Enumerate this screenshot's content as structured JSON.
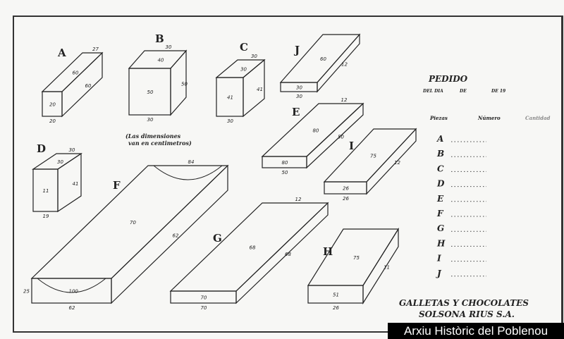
{
  "note": [
    "(Las dimensiones",
    "van en centimetros)"
  ],
  "pieces": [
    {
      "label": "A",
      "dims": [
        "20",
        "60",
        "20",
        "60",
        "27"
      ]
    },
    {
      "label": "B",
      "dims": [
        "30",
        "40",
        "50",
        "50",
        "30"
      ]
    },
    {
      "label": "C",
      "dims": [
        "30",
        "30",
        "41",
        "41",
        "30"
      ]
    },
    {
      "label": "D",
      "dims": [
        "19",
        "30",
        "11",
        "41",
        "30"
      ]
    },
    {
      "label": "E",
      "dims": [
        "50",
        "80",
        "80",
        "50",
        "12"
      ]
    },
    {
      "label": "F",
      "dims": [
        "62",
        "70",
        "100",
        "62",
        "84",
        "25"
      ]
    },
    {
      "label": "G",
      "dims": [
        "70",
        "68",
        "70",
        "68",
        "12"
      ]
    },
    {
      "label": "H",
      "dims": [
        "26",
        "75",
        "51",
        "11"
      ]
    },
    {
      "label": "I",
      "dims": [
        "26",
        "75",
        "26",
        "12"
      ]
    },
    {
      "label": "J",
      "dims": [
        "30",
        "60",
        "30",
        "12"
      ]
    }
  ],
  "order_form": {
    "title": "PEDIDO",
    "date_line": [
      "DEL DIA",
      "DE",
      "DE 19"
    ],
    "columns": [
      "Piezas",
      "Número",
      "Cantidad"
    ],
    "rows": [
      "A",
      "B",
      "C",
      "D",
      "E",
      "F",
      "G",
      "H",
      "I",
      "J"
    ]
  },
  "company": [
    "GALLETAS Y CHOCOLATES",
    "SOLSONA RIUS S.A."
  ],
  "credit": "Arxiu Històric del Poblenou"
}
